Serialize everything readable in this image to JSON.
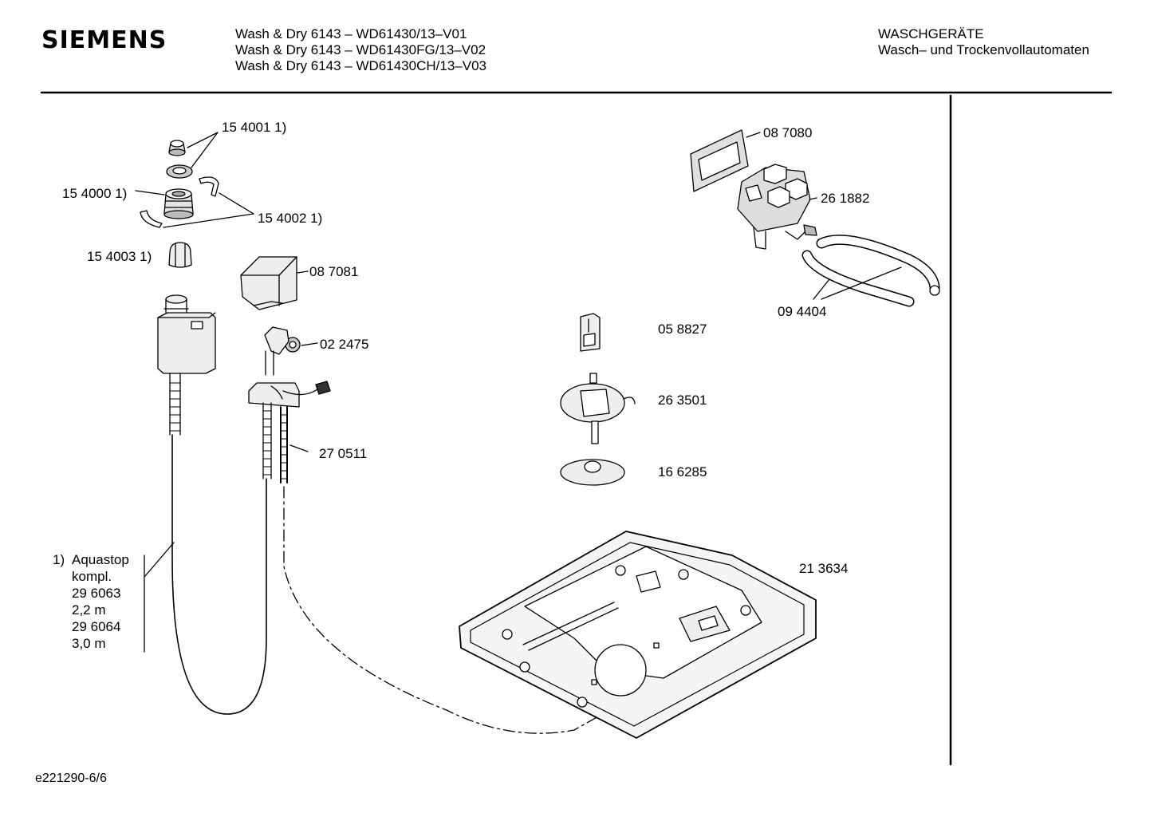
{
  "header": {
    "brand": "SIEMENS",
    "models": [
      "Wash & Dry 6143 – WD61430/13–V01",
      "Wash & Dry 6143 – WD61430FG/13–V02",
      "Wash & Dry 6143 – WD61430CH/13–V03"
    ],
    "category_title": "WASCHGERÄTE",
    "category_subtitle": "Wasch– und Trockenvollautomaten"
  },
  "parts": {
    "p154001": "15 4001 1)",
    "p154000": "15 4000 1)",
    "p154002": "15 4002 1)",
    "p154003": "15 4003 1)",
    "p087081": "08 7081",
    "p022475": "02 2475",
    "p270511": "27 0511",
    "p087080": "08 7080",
    "p261882": "26 1882",
    "p094404": "09 4404",
    "p058827": "05 8827",
    "p263501": "26 3501",
    "p166285": "16 6285",
    "p213634": "21 3634"
  },
  "footnote": {
    "marker": "1)",
    "lines": [
      "Aquastop",
      "kompl.",
      "29 6063",
      "2,2 m",
      "29 6064",
      "3,0 m"
    ]
  },
  "document_id": "e221290-6/6"
}
